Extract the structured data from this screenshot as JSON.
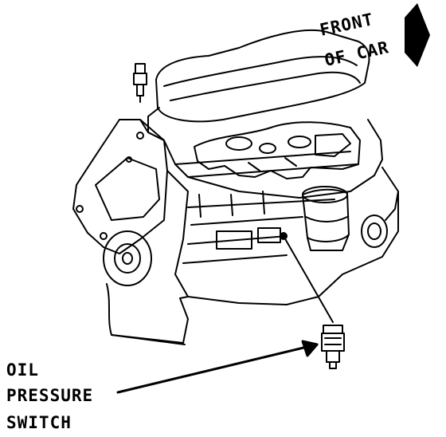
{
  "labels": {
    "front_line1": "FRONT",
    "front_line2": "OF CAR",
    "oil_line1": "OIL",
    "oil_line2": "PRESSURE",
    "oil_line3": "SWITCH"
  },
  "colors": {
    "ink": "#000000",
    "paper": "#ffffff"
  }
}
